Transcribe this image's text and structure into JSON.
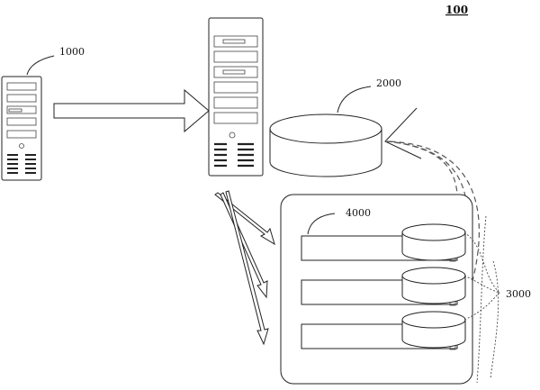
{
  "labels": {
    "figure": "100",
    "client_server": "1000",
    "storage": "2000",
    "disk_group": "3000",
    "nodes": "4000"
  }
}
